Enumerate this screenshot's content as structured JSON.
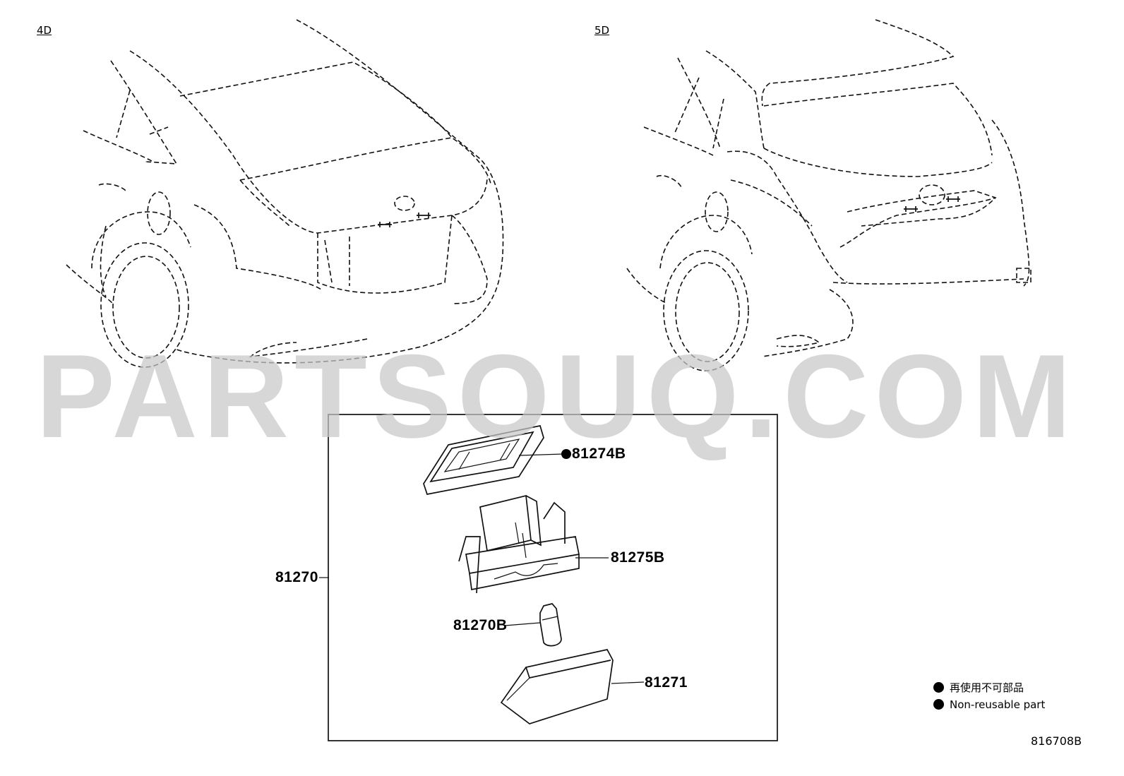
{
  "watermark": "PARTSOUQ.COM",
  "views": {
    "sedan_label": "4D",
    "hatch_label": "5D"
  },
  "parts": {
    "assembly": "81270",
    "gasket": "81274B",
    "housing": "81275B",
    "bulb": "81270B",
    "lens": "81271"
  },
  "legend": {
    "jp": "再使用不可部品",
    "en": "Non-reusable part"
  },
  "figure_id": "816708B"
}
